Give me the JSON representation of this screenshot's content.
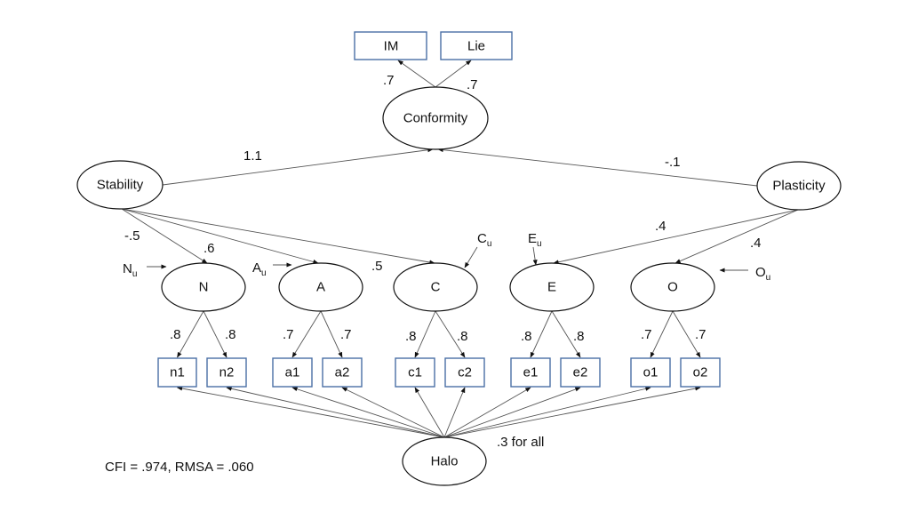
{
  "diagram": {
    "type": "structural-equation-model",
    "latent_nodes": {
      "conformity": "Conformity",
      "stability": "Stability",
      "plasticity": "Plasticity",
      "n": "N",
      "a": "A",
      "c": "C",
      "e": "E",
      "o": "O",
      "halo": "Halo"
    },
    "observed_nodes": {
      "im": "IM",
      "lie": "Lie",
      "n1": "n1",
      "n2": "n2",
      "a1": "a1",
      "a2": "a2",
      "c1": "c1",
      "c2": "c2",
      "e1": "e1",
      "e2": "e2",
      "o1": "o1",
      "o2": "o2"
    },
    "residuals": {
      "n": "N",
      "a": "A",
      "c": "C",
      "e": "E",
      "o": "O",
      "subscript": "u"
    },
    "path_labels": {
      "conformity_im": ".7",
      "conformity_lie": ".7",
      "stability_conformity": "1.1",
      "plasticity_conformity": "-.1",
      "stability_n": "-.5",
      "stability_a": ".6",
      "stability_c": ".5",
      "plasticity_e": ".4",
      "plasticity_o": ".4",
      "n_n1": ".8",
      "n_n2": ".8",
      "a_a1": ".7",
      "a_a2": ".7",
      "c_c1": ".8",
      "c_c2": ".8",
      "e_e1": ".8",
      "e_e2": ".8",
      "o_o1": ".7",
      "o_o2": ".7",
      "halo_all": ".3 for all"
    },
    "fit_stats": "CFI = .974, RMSA = .060"
  }
}
